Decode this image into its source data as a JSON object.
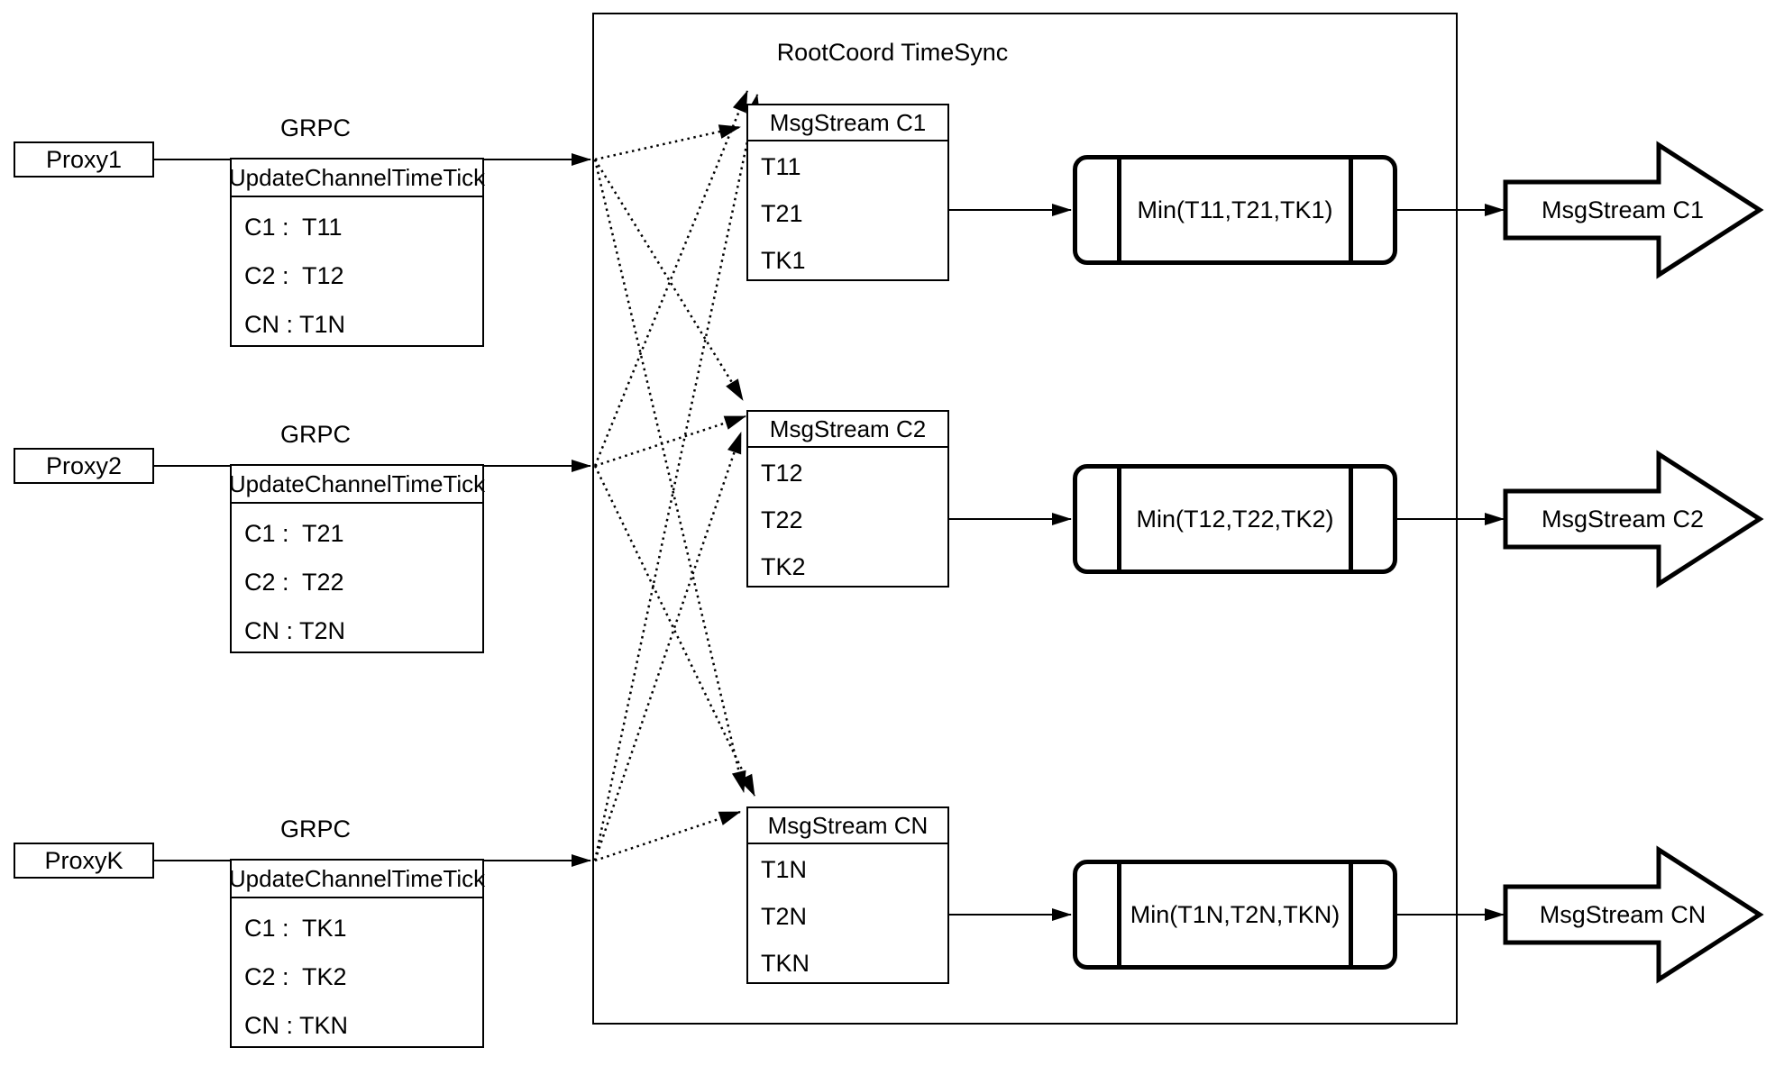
{
  "root_container": {
    "title": "RootCoord TimeSync"
  },
  "rows": [
    {
      "proxy_label": "Proxy1",
      "grpc_label": "GRPC",
      "update_table": {
        "header": "UpdateChannelTimeTick",
        "entries": [
          "C1 :  T11",
          "C2 :  T12",
          "CN : T1N"
        ]
      },
      "msgstream_table": {
        "header": "MsgStream C1",
        "entries": [
          "T11",
          "T21",
          "TK1"
        ]
      },
      "min_label": "Min(T11,T21,TK1)",
      "output_arrow_label": "MsgStream C1"
    },
    {
      "proxy_label": "Proxy2",
      "grpc_label": "GRPC",
      "update_table": {
        "header": "UpdateChannelTimeTick",
        "entries": [
          "C1 :  T21",
          "C2 :  T22",
          "CN : T2N"
        ]
      },
      "msgstream_table": {
        "header": "MsgStream C2",
        "entries": [
          "T12",
          "T22",
          "TK2"
        ]
      },
      "min_label": "Min(T12,T22,TK2)",
      "output_arrow_label": "MsgStream C2"
    },
    {
      "proxy_label": "ProxyK",
      "grpc_label": "GRPC",
      "update_table": {
        "header": "UpdateChannelTimeTick",
        "entries": [
          "C1 :  TK1",
          "C2 :  TK2",
          "CN : TKN"
        ]
      },
      "msgstream_table": {
        "header": "MsgStream CN",
        "entries": [
          "T1N",
          "T2N",
          "TKN"
        ]
      },
      "min_label": "Min(T1N,T2N,TKN)",
      "output_arrow_label": "MsgStream CN"
    }
  ],
  "colors": {
    "stroke": "#000000",
    "background": "#ffffff"
  }
}
